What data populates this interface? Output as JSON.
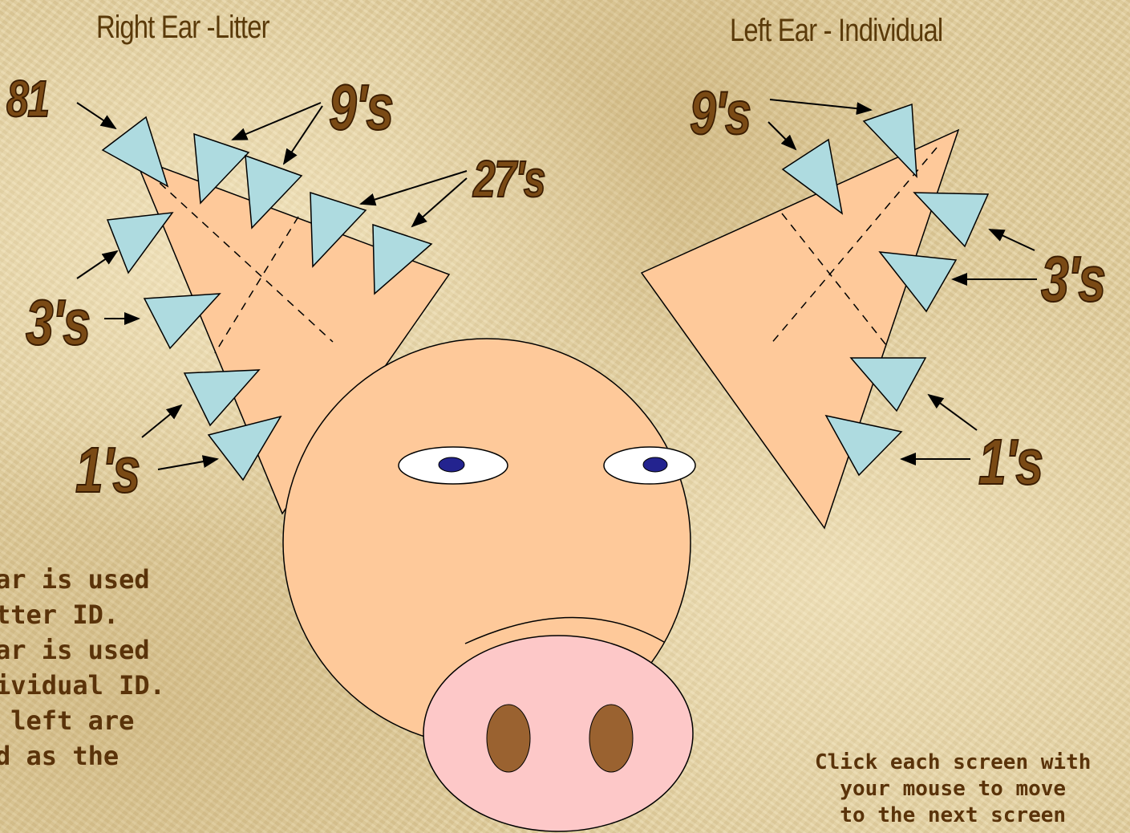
{
  "titles": {
    "right_ear": "Right Ear -Litter",
    "left_ear": "Left Ear - Individual"
  },
  "labels": {
    "r_81": "81",
    "r_9s": "9's",
    "r_27s": "27's",
    "r_3s": "3's",
    "r_1s": "1's",
    "l_9s": "9's",
    "l_3s": "3's",
    "l_1s": "1's"
  },
  "notes": {
    "left": [
      "ar is used",
      "tter ID.",
      "ar is used",
      "ividual ID.",
      " left are",
      "d as the"
    ],
    "right": [
      "Click each screen with",
      "your mouse to move",
      "to the next screen"
    ]
  },
  "colors": {
    "skin": "#fec99a",
    "snout": "#fdc8c8",
    "notch": "#aedbe0",
    "nostril": "#9a6230",
    "pupil": "#23238f",
    "label": "#7a4a15"
  }
}
